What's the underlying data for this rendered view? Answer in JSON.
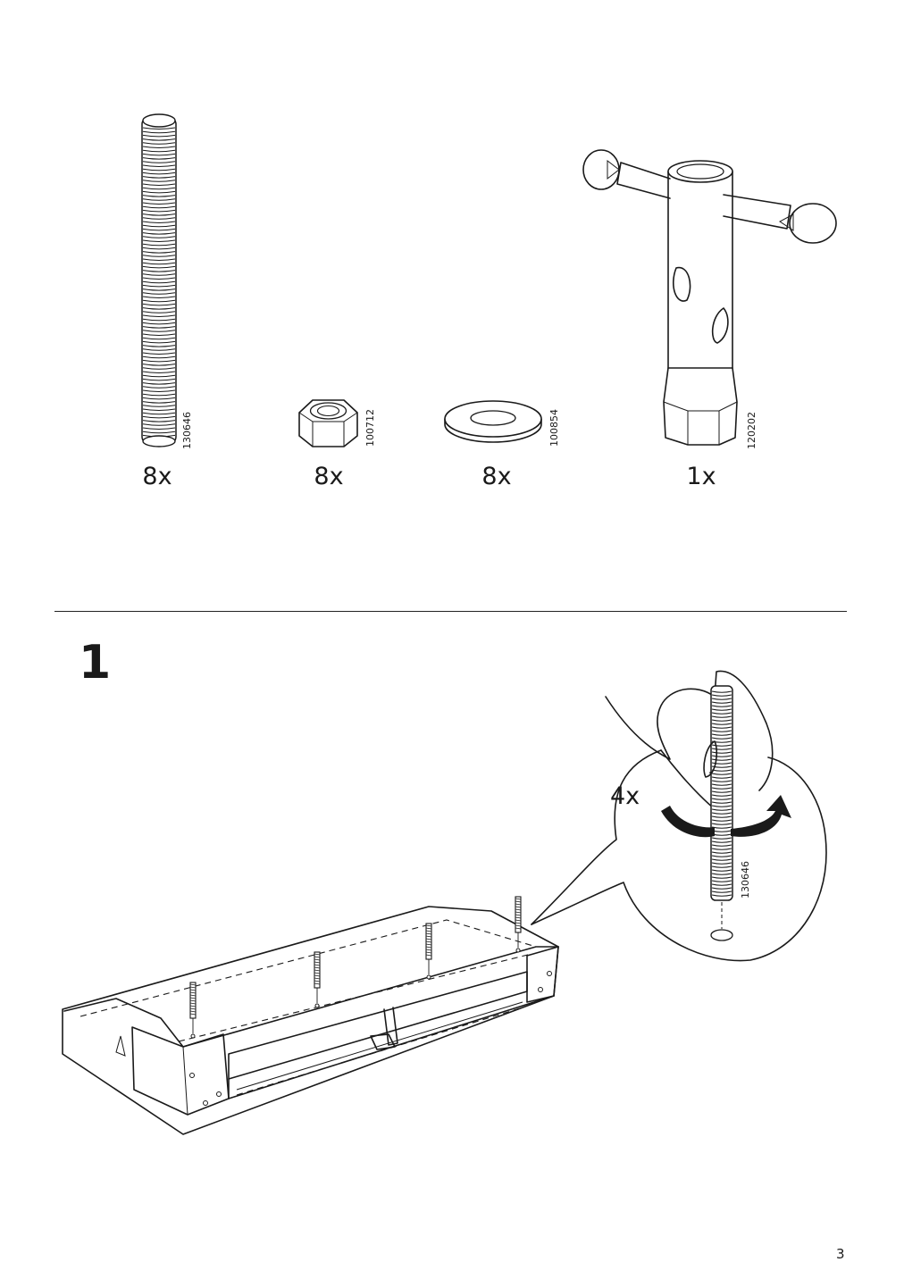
{
  "parts": [
    {
      "code": "130646",
      "qty": "8x",
      "icon": "threaded-rod-icon"
    },
    {
      "code": "100712",
      "qty": "8x",
      "icon": "hex-nut-icon"
    },
    {
      "code": "100854",
      "qty": "8x",
      "icon": "washer-icon"
    },
    {
      "code": "120202",
      "qty": "1x",
      "icon": "tube-wrench-icon"
    }
  ],
  "step": {
    "number": "1",
    "repeat": "4x",
    "part_code": "130646"
  },
  "page_number": "3"
}
